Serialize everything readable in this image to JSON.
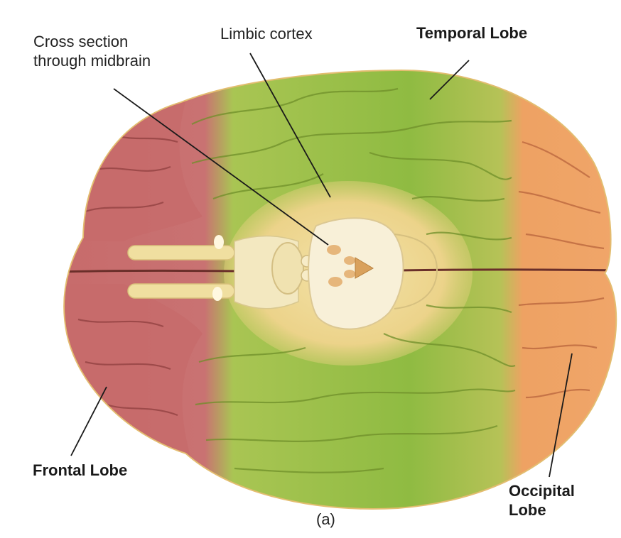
{
  "labels": {
    "cross_section": [
      "Cross section",
      "through midbrain"
    ],
    "limbic": "Limbic cortex",
    "temporal": "Temporal Lobe",
    "frontal": "Frontal Lobe",
    "occipital": [
      "Occipital",
      "Lobe"
    ],
    "caption": "(a)"
  },
  "colors": {
    "frontal": "#c76b6b",
    "temporal": "#9cc24a",
    "occipital": "#ee9a5e",
    "limbic": "#ecd38a",
    "brainstem": "#f3e8c0",
    "midbrain": "#f8f0d8",
    "fissure": "#6a2f2a",
    "outline": "#e9c780"
  }
}
